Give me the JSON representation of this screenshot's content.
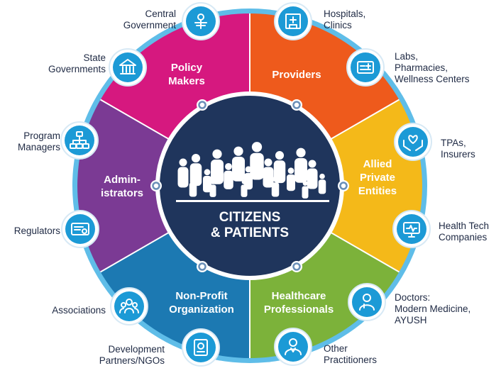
{
  "hub": {
    "line1": "CITIZENS",
    "line2": "& PATIENTS"
  },
  "sectors": {
    "policy": {
      "lines": [
        "Policy",
        "Makers"
      ]
    },
    "providers": {
      "lines": [
        "Providers"
      ]
    },
    "allied": {
      "lines": [
        "Allied",
        "Private",
        "Entities"
      ]
    },
    "healthcare": {
      "lines": [
        "Healthcare",
        "Professionals"
      ]
    },
    "nonprofit": {
      "lines": [
        "Non-Profit",
        "Organization"
      ]
    },
    "admin": {
      "lines": [
        "Admin-",
        "istrators"
      ]
    }
  },
  "stakeholders": {
    "central": {
      "label": "Central\nGovernment",
      "icon": "national-emblem-icon"
    },
    "state": {
      "label": "State\nGovernments",
      "icon": "government-building-icon"
    },
    "hospitals": {
      "label": "Hospitals,\nClinics",
      "icon": "hospital-icon"
    },
    "labs": {
      "label": "Labs,\nPharmacies,\nWellness Centers",
      "icon": "lab-pharmacy-icon"
    },
    "tpas": {
      "label": "TPAs,\nInsurers",
      "icon": "heart-hands-icon"
    },
    "healthtech": {
      "label": "Health Tech\nCompanies",
      "icon": "health-tech-monitor-icon"
    },
    "doctors": {
      "label": "Doctors:\nModern Medicine,\nAYUSH",
      "icon": "doctor-icon"
    },
    "practitioners": {
      "label": "Other\nPractitioners",
      "icon": "practitioner-icon"
    },
    "partners": {
      "label": "Development\nPartners/NGOs",
      "icon": "ngo-document-icon"
    },
    "associations": {
      "label": "Associations",
      "icon": "people-group-icon"
    },
    "regulators": {
      "label": "Regulators",
      "icon": "certificate-icon"
    },
    "program": {
      "label": "Program\nManagers",
      "icon": "org-chart-icon"
    }
  },
  "colors": {
    "policy": "#d6187f",
    "providers": "#ee5a1c",
    "allied": "#f4b919",
    "healthcare": "#7cb23a",
    "nonprofit": "#1c79b2",
    "admin": "#7b3a94",
    "hub": "#1f355c",
    "rim": "#5fbde8",
    "icon_circle": "#1c9ad6"
  }
}
